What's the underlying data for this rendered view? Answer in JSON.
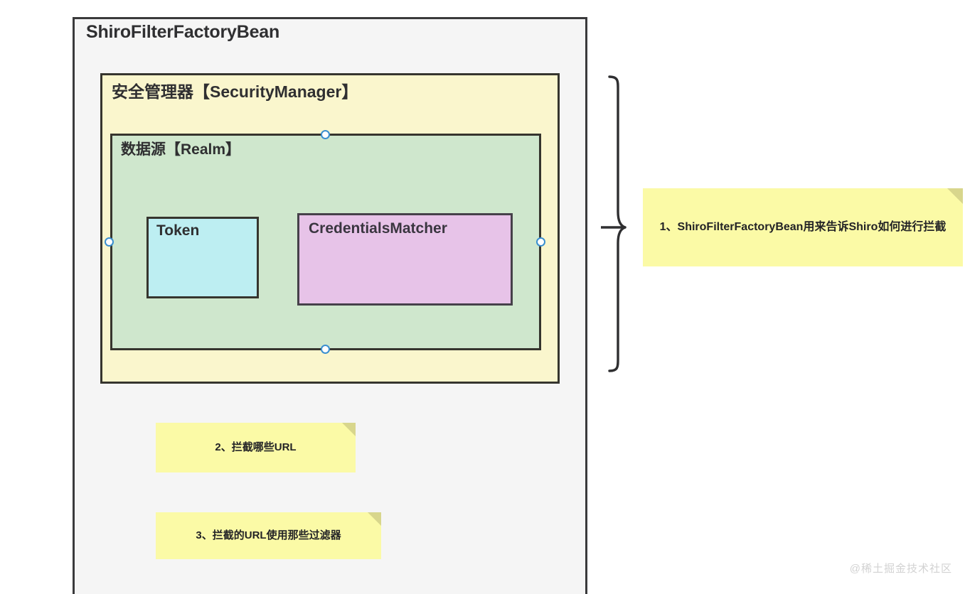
{
  "diagram": {
    "outer": {
      "title": "ShiroFilterFactoryBean",
      "fill": "#f5f5f5",
      "stroke": "#3a3a3c"
    },
    "security_manager": {
      "title": "安全管理器【SecurityManager】",
      "fill": "#faf6cd",
      "stroke": "#36352e"
    },
    "realm": {
      "title": "数据源【Realm】",
      "fill": "#cfe7cd",
      "stroke": "#36352e"
    },
    "token": {
      "title": "Token",
      "fill": "#bdeef2",
      "stroke": "#36352e"
    },
    "credentials_matcher": {
      "title": "CredentialsMatcher",
      "fill": "#e7c3e8",
      "stroke": "#46414a"
    },
    "handles": {
      "color": "#3a8fd0",
      "fill": "#ffffff",
      "positions": [
        "top",
        "bottom",
        "left",
        "right"
      ]
    },
    "brace": {
      "color": "#2f2f31"
    },
    "notes": [
      {
        "id": 1,
        "text": "1、ShiroFilterFactoryBean用来告诉Shiro如何进行拦截",
        "fill": "#fbfaa6",
        "fold": "#d8d68c"
      },
      {
        "id": 2,
        "text": "2、拦截哪些URL",
        "fill": "#fbfaa6",
        "fold": "#d8d68c"
      },
      {
        "id": 3,
        "text": "3、拦截的URL使用那些过滤器",
        "fill": "#fbfaa6",
        "fold": "#d8d68c"
      }
    ],
    "watermark": "@稀土掘金技术社区"
  }
}
